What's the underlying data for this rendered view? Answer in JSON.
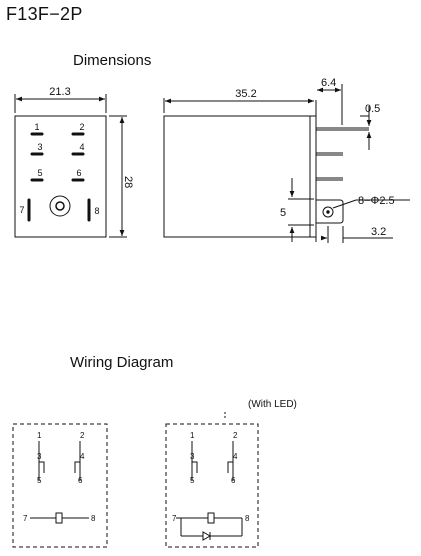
{
  "model": "F13F−2P",
  "dimensions_title": "Dimensions",
  "wiring_title": "Wiring Diagram",
  "front_view": {
    "width_label": "21.3",
    "height_label": "28",
    "pins": [
      "1",
      "2",
      "3",
      "4",
      "5",
      "6",
      "7",
      "8"
    ]
  },
  "side_view": {
    "length_label": "35.2",
    "terminal_offset_label": "6.4",
    "terminal_thickness_label": "0.5",
    "hole_label": "8−Φ2.5",
    "hole_spacing_label": "5",
    "tab_label": "3.2"
  },
  "wiring": {
    "led_note": "(With LED)",
    "pins": [
      "1",
      "2",
      "3",
      "4",
      "5",
      "6",
      "7",
      "8"
    ]
  }
}
